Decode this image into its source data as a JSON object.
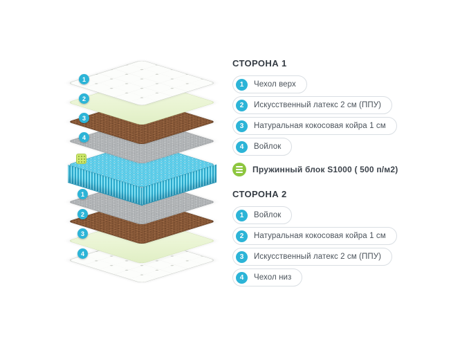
{
  "side1": {
    "title": "СТОРОНА 1",
    "items": [
      {
        "num": "1",
        "label": "Чехол верх"
      },
      {
        "num": "2",
        "label": "Искусственный латекс 2 см (ППУ)"
      },
      {
        "num": "3",
        "label": "Натуральная кокосовая койра 1 см"
      },
      {
        "num": "4",
        "label": "Войлок"
      }
    ]
  },
  "spring": {
    "label": "Пружинный блок S1000 ( 500 п/м2)"
  },
  "side2": {
    "title": "СТОРОНА 2",
    "items": [
      {
        "num": "1",
        "label": "Войлок"
      },
      {
        "num": "2",
        "label": "Натуральная кокосовая койра 1 см"
      },
      {
        "num": "3",
        "label": "Искусственный латекс 2 см (ППУ)"
      },
      {
        "num": "4",
        "label": "Чехол низ"
      }
    ]
  },
  "colors": {
    "accent_teal": "#2cb4d7",
    "accent_green": "#8dc63f",
    "coir_brown": "#8a5a39",
    "felt_gray": "#b6b9bb",
    "latex_green": "#e9f4d2",
    "spring_cyan": "#63d2ee"
  }
}
